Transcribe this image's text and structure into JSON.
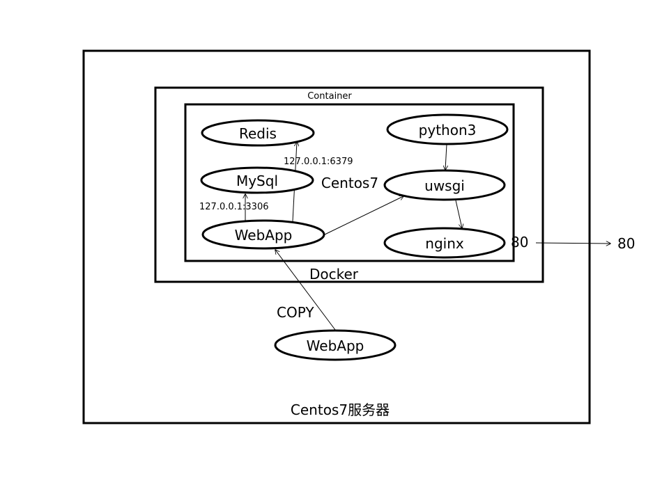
{
  "diagram": {
    "outer_label": "Centos7服务器",
    "docker_label": "Docker",
    "container_label": "Container",
    "centos_label": "Centos7",
    "nodes": {
      "redis": "Redis",
      "mysql": "MySql",
      "webapp_inner": "WebApp",
      "python3": "python3",
      "uwsgi": "uwsgi",
      "nginx": "nginx",
      "webapp_host": "WebApp"
    },
    "edge_labels": {
      "redis_addr": "127.0.0.1:6379",
      "mysql_addr": "127.0.0.1:3306",
      "copy": "COPY",
      "port_inner": "80",
      "port_outer": "80"
    }
  }
}
